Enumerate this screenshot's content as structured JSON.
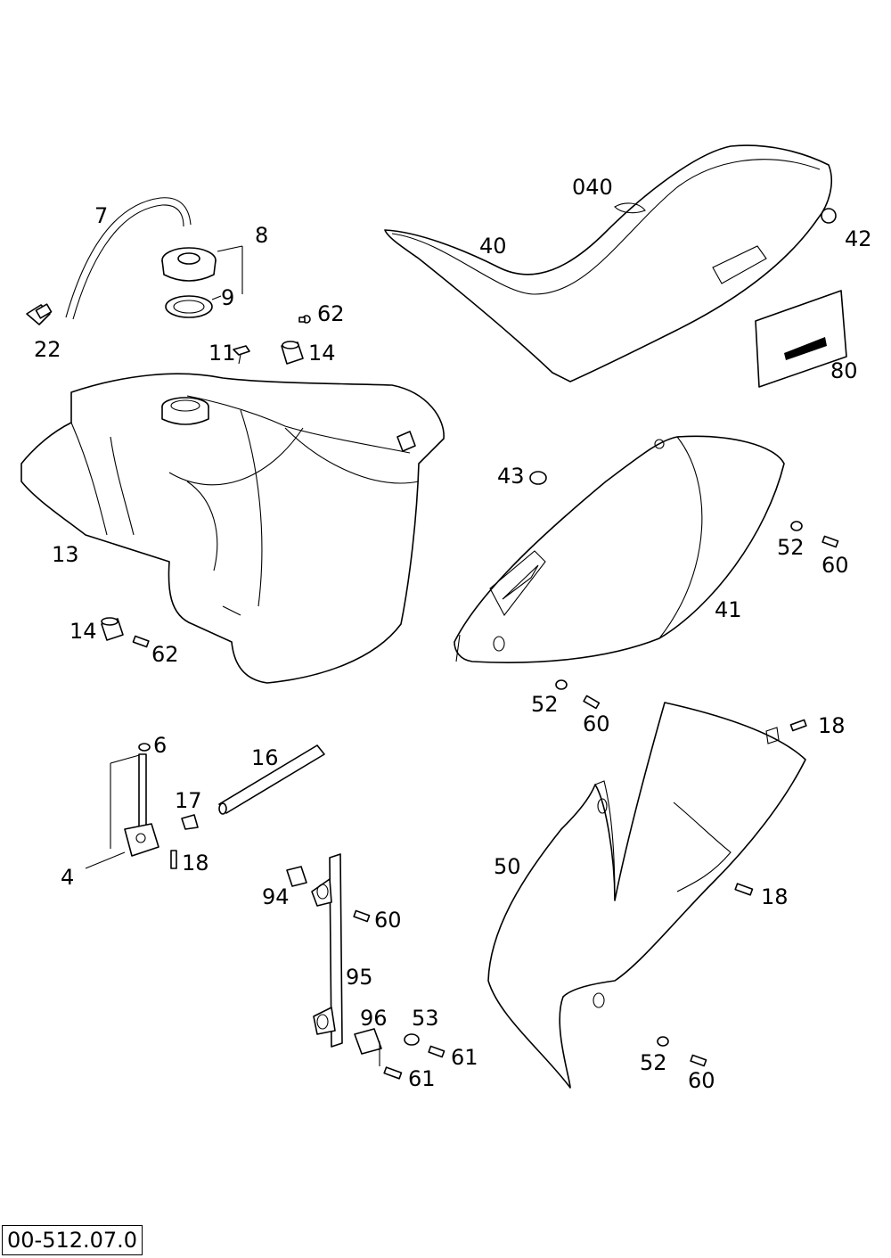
{
  "document_code": "00-512.07.0",
  "callouts": {
    "c7": "7",
    "c8": "8",
    "c9": "9",
    "c22": "22",
    "c62a": "62",
    "c11": "11",
    "c14a": "14",
    "c040": "040",
    "c40": "40",
    "c42": "42",
    "c80": "80",
    "c13": "13",
    "c14b": "14",
    "c62b": "62",
    "c43": "43",
    "c52a": "52",
    "c60a": "60",
    "c41": "41",
    "c52b": "52",
    "c60b": "60",
    "c18a": "18",
    "c6": "6",
    "c16": "16",
    "c17": "17",
    "c18b": "18",
    "c4": "4",
    "c94": "94",
    "c60c": "60",
    "c95": "95",
    "c96": "96",
    "c53": "53",
    "c61a": "61",
    "c61b": "61",
    "c50": "50",
    "c18c": "18",
    "c52c": "52",
    "c60d": "60"
  }
}
